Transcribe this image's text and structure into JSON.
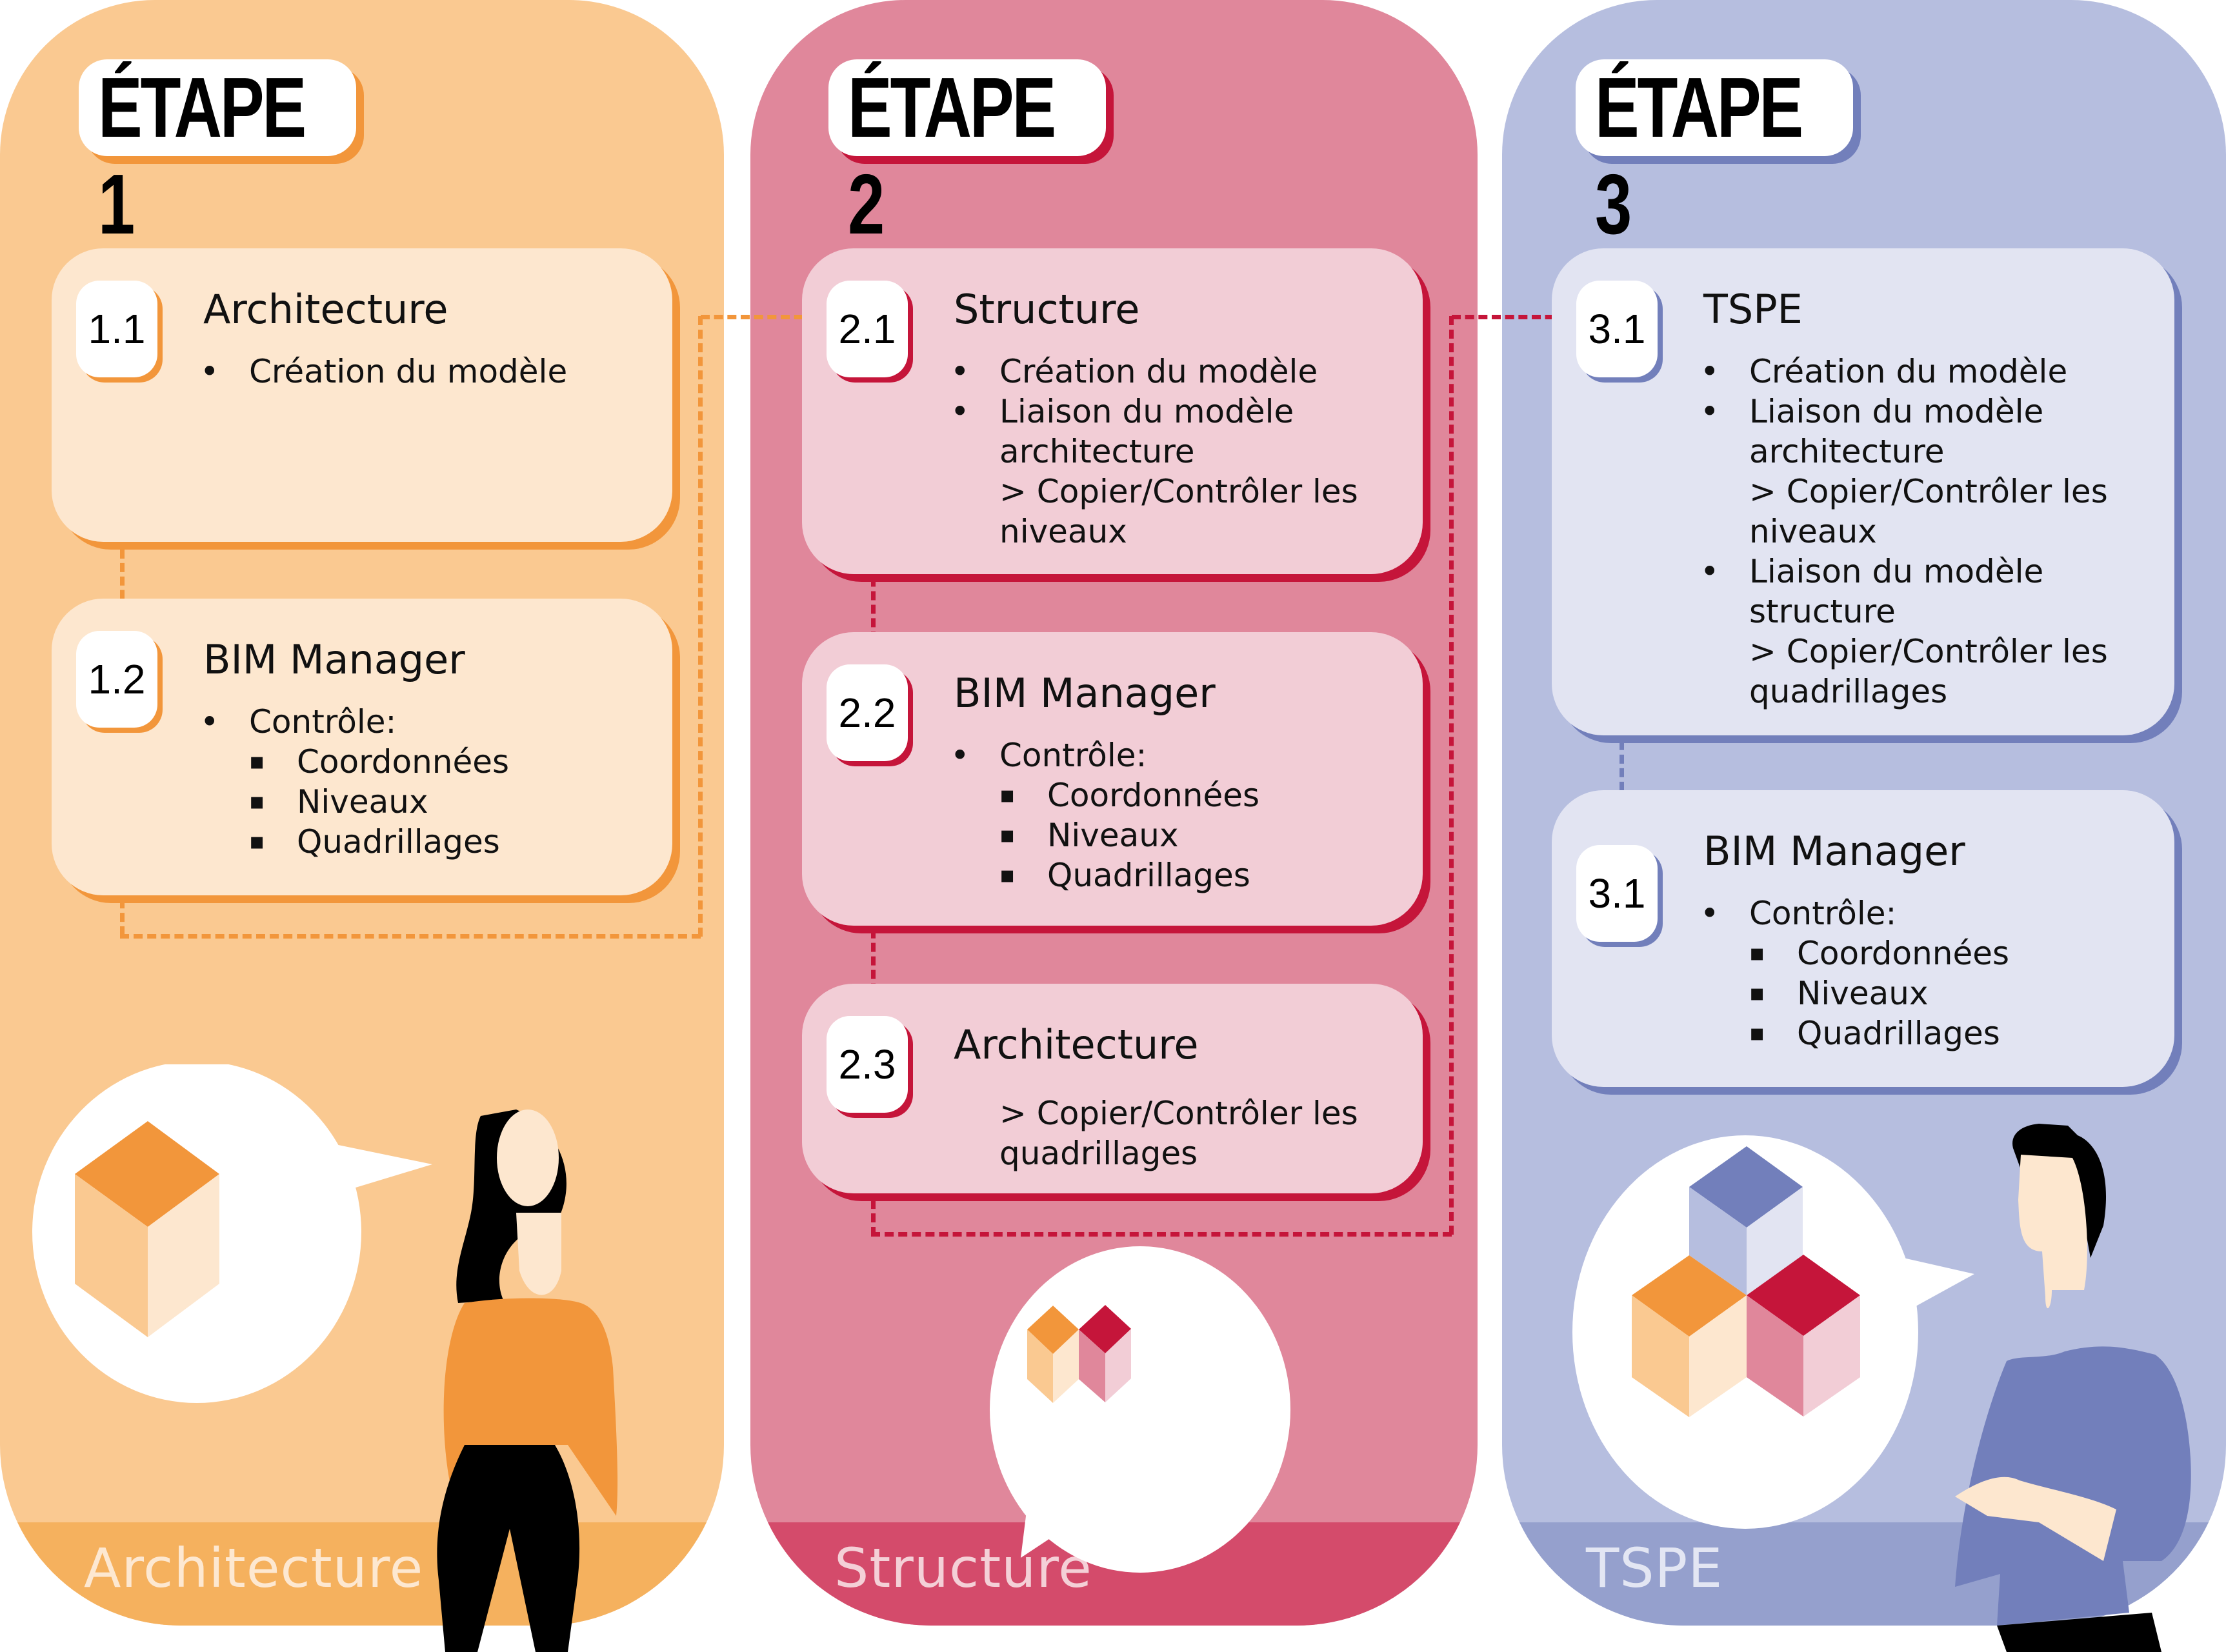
{
  "columns": [
    {
      "stage": "ÉTAPE 1",
      "footer": "Architecture",
      "accent": "#f2963b",
      "cards": [
        {
          "number": "1.1",
          "title": "Architecture",
          "items": [
            {
              "type": "bullet",
              "text": "Création du modèle"
            }
          ]
        },
        {
          "number": "1.2",
          "title": "BIM Manager",
          "items": [
            {
              "type": "bullet",
              "text": "Contrôle:"
            },
            {
              "type": "sub",
              "text": "Coordonnées"
            },
            {
              "type": "sub",
              "text": "Niveaux"
            },
            {
              "type": "sub",
              "text": "Quadrillages"
            }
          ]
        }
      ]
    },
    {
      "stage": "ÉTAPE 2",
      "footer": "Structure",
      "accent": "#c5153a",
      "cards": [
        {
          "number": "2.1",
          "title": "Structure",
          "items": [
            {
              "type": "bullet",
              "text": "Création du modèle"
            },
            {
              "type": "bullet",
              "text": "Liaison du modèle architecture"
            },
            {
              "type": "note",
              "text": "> Copier/Contrôler les niveaux"
            }
          ]
        },
        {
          "number": "2.2",
          "title": "BIM Manager",
          "items": [
            {
              "type": "bullet",
              "text": "Contrôle:"
            },
            {
              "type": "sub",
              "text": "Coordonnées"
            },
            {
              "type": "sub",
              "text": "Niveaux"
            },
            {
              "type": "sub",
              "text": "Quadrillages"
            }
          ]
        },
        {
          "number": "2.3",
          "title": "Architecture",
          "items": [
            {
              "type": "note",
              "text": "> Copier/Contrôler les quadrillages"
            }
          ]
        }
      ]
    },
    {
      "stage": "ÉTAPE 3",
      "footer": "TSPE",
      "accent": "#727fbb",
      "cards": [
        {
          "number": "3.1",
          "title": "TSPE",
          "items": [
            {
              "type": "bullet",
              "text": "Création du modèle"
            },
            {
              "type": "bullet",
              "text": "Liaison du modèle architecture"
            },
            {
              "type": "note",
              "text": "> Copier/Contrôler les niveaux"
            },
            {
              "type": "bullet",
              "text": "Liaison du modèle structure"
            },
            {
              "type": "note",
              "text": "> Copier/Contrôler les quadrillages"
            }
          ]
        },
        {
          "number": "3.1",
          "title": "BIM Manager",
          "items": [
            {
              "type": "bullet",
              "text": "Contrôle:"
            },
            {
              "type": "sub",
              "text": "Coordonnées"
            },
            {
              "type": "sub",
              "text": "Niveaux"
            },
            {
              "type": "sub",
              "text": "Quadrillages"
            }
          ]
        }
      ]
    }
  ],
  "illustrations": {
    "col1": "woman-thinking-one-cube",
    "col2": "speech-bubble-two-cubes",
    "col3": "man-explaining-three-cubes"
  }
}
